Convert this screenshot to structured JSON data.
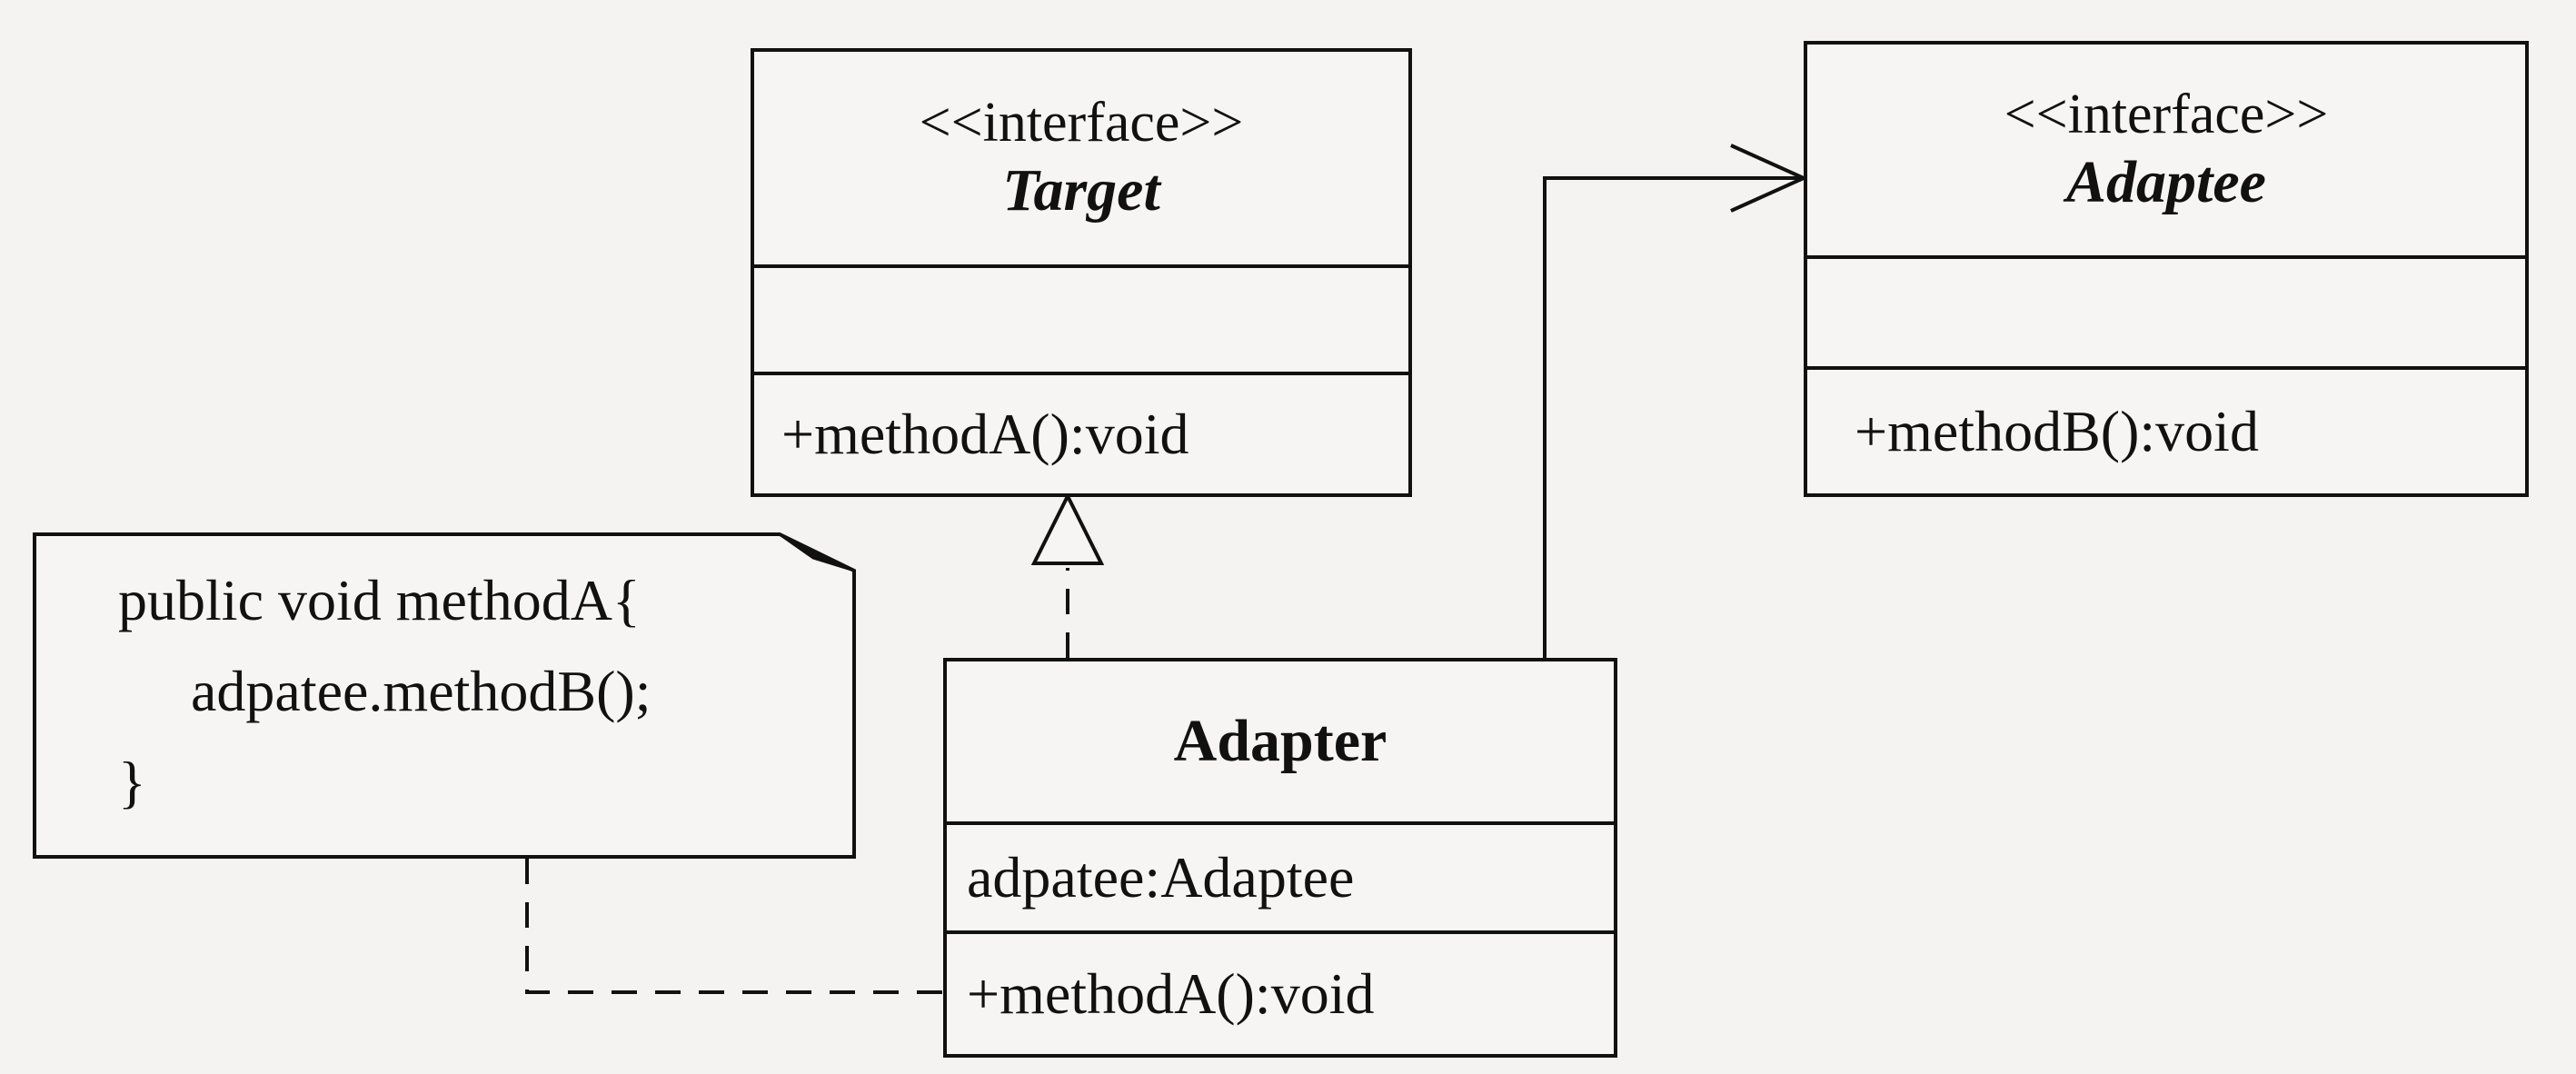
{
  "target": {
    "stereotype": "<<interface>>",
    "name": "Target",
    "attributes": "",
    "operation": "+methodA():void"
  },
  "adaptee": {
    "stereotype": "<<interface>>",
    "name": "Adaptee",
    "attributes": "",
    "operation": "+methodB():void"
  },
  "adapter": {
    "name": "Adapter",
    "attribute": "adpatee:Adaptee",
    "operation": "+methodA():void"
  },
  "note": {
    "line1": "public void methodA{",
    "line2": "adpatee.methodB();",
    "line3": "}"
  },
  "relations": [
    {
      "from": "Adapter",
      "to": "Target",
      "kind": "realization"
    },
    {
      "from": "Adapter",
      "to": "Adaptee",
      "kind": "association"
    },
    {
      "from": "note",
      "to": "Adapter.methodA",
      "kind": "note-anchor"
    }
  ]
}
